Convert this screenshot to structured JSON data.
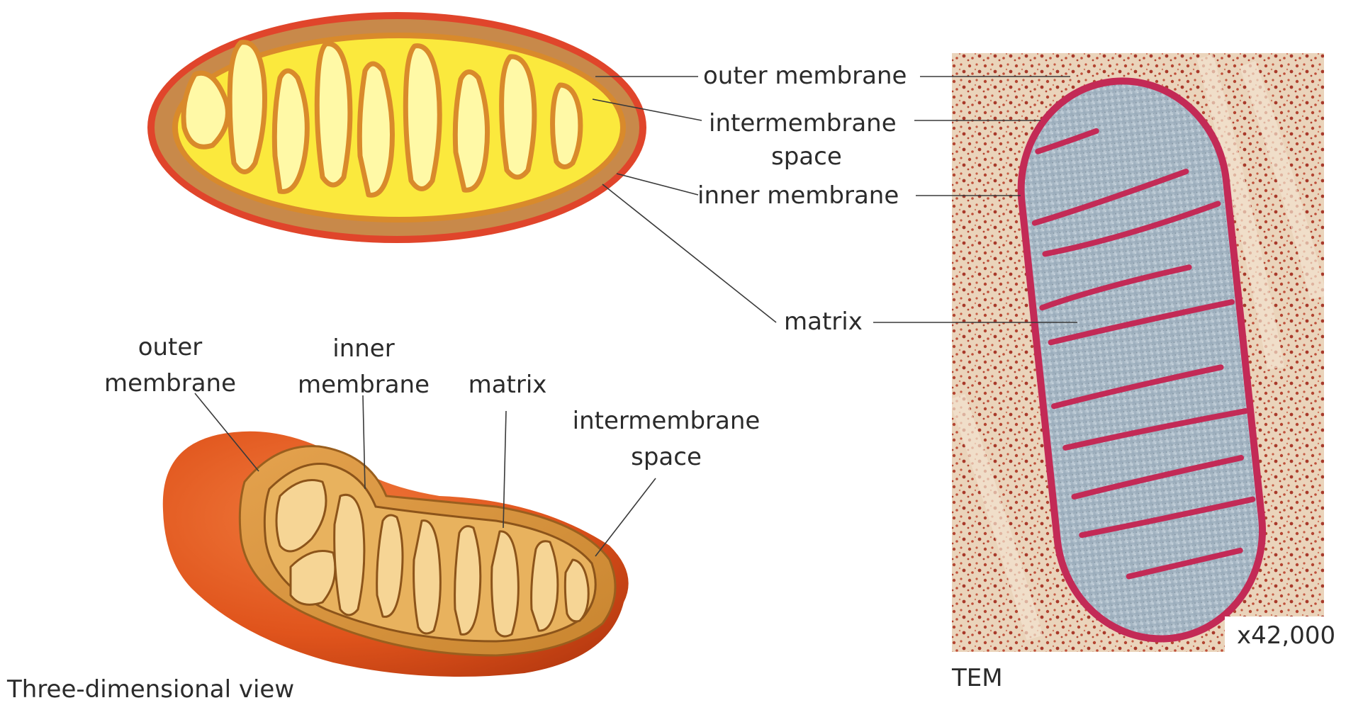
{
  "diagram_2d": {
    "labels": {
      "outer_membrane": "outer membrane",
      "intermembrane_space_line1": "intermembrane",
      "intermembrane_space_line2": "space",
      "inner_membrane": "inner membrane",
      "matrix": "matrix"
    }
  },
  "diagram_3d": {
    "labels": {
      "outer_line1": "outer",
      "outer_line2": "membrane",
      "inner_line1": "inner",
      "inner_line2": "membrane",
      "matrix": "matrix",
      "intermembrane_line1": "intermembrane",
      "intermembrane_line2": "space"
    },
    "caption": "Three-dimensional view"
  },
  "micrograph": {
    "magnification": "x42,000",
    "caption": "TEM"
  },
  "colors": {
    "outer_membrane_2d": "#e0452b",
    "intermembrane_2d": "#c8894a",
    "matrix_2d": "#fbe93d",
    "cristae_2d": "#fff9a6",
    "outer_3d": "#e0541c",
    "cristae_3d": "#f2c46c",
    "tem_background": "#e9d2b8",
    "tem_membrane": "#c32a56",
    "tem_matrix": "#a9b9c6"
  }
}
